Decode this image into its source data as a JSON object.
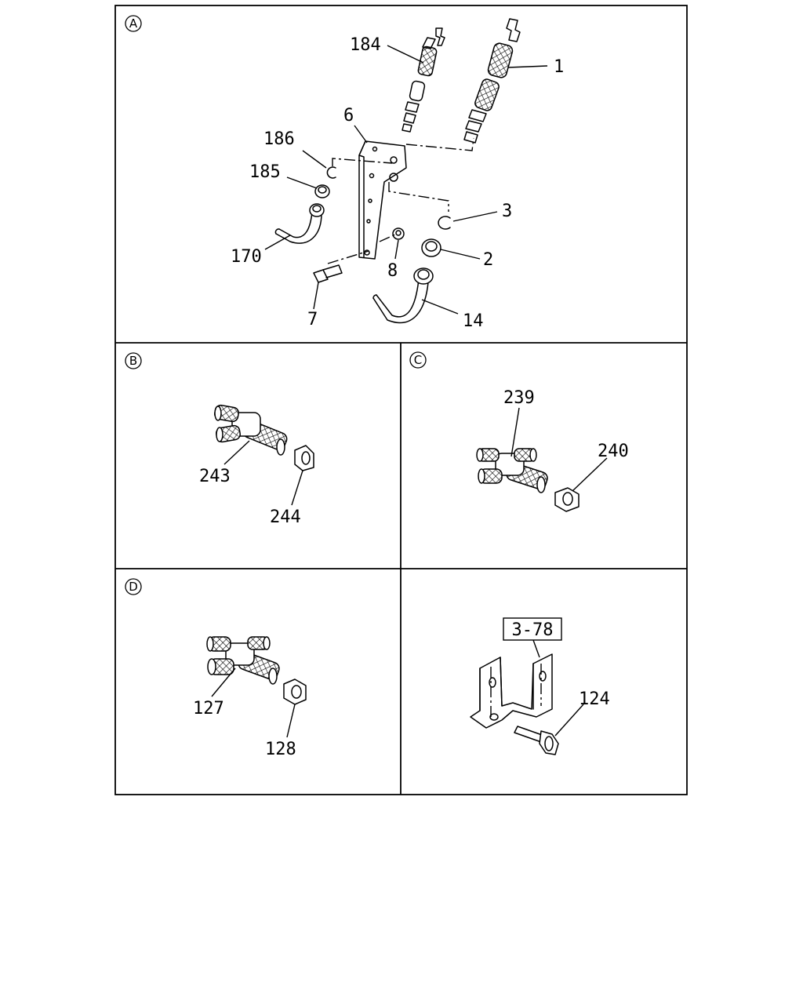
{
  "views": {
    "a": "A",
    "b": "B",
    "c": "C",
    "d": "D"
  },
  "callouts": {
    "p184": "184",
    "p1": "1",
    "p6": "6",
    "p186": "186",
    "p185": "185",
    "p3": "3",
    "p170": "170",
    "p2": "2",
    "p8": "8",
    "p7": "7",
    "p14": "14",
    "p243": "243",
    "p244": "244",
    "p239": "239",
    "p240": "240",
    "p127": "127",
    "p128": "128",
    "p124": "124",
    "ref": "3-78"
  }
}
